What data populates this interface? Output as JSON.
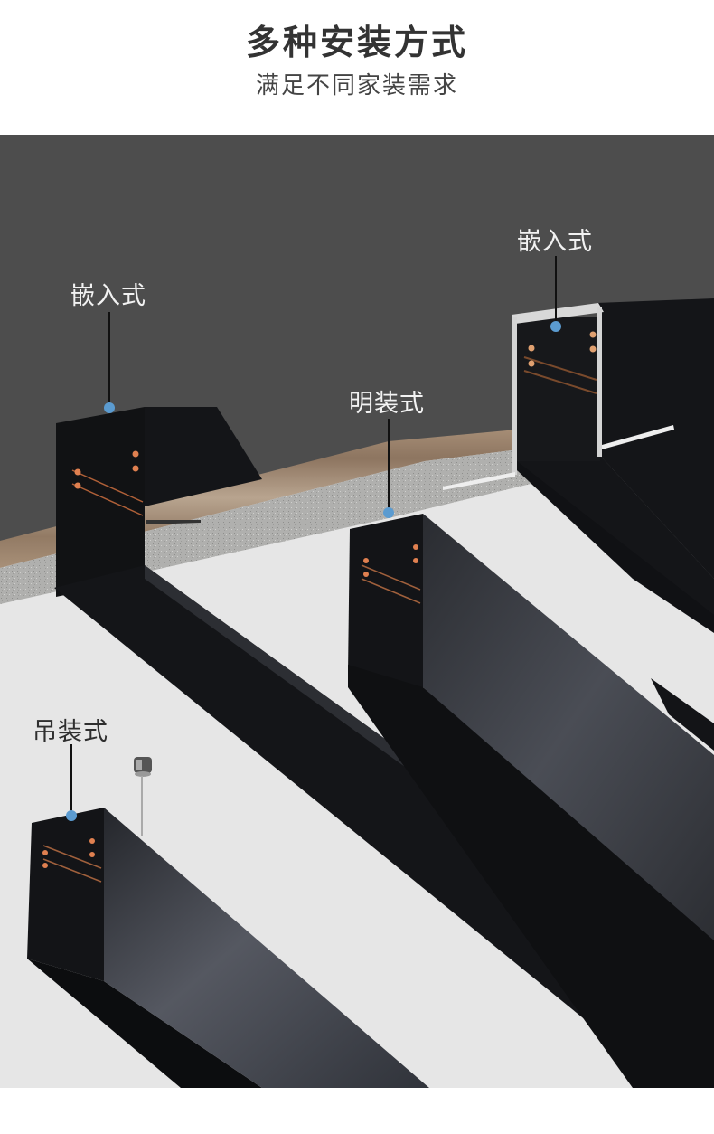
{
  "header": {
    "title": "多种安装方式",
    "subtitle": "满足不同家装需求"
  },
  "colors": {
    "ceiling_dark": "#4d4d4d",
    "ceiling_light": "#e6e6e6",
    "track_black": "#131416",
    "track_face": "#3c3f46",
    "wood": "#a48a72",
    "concrete": "#b3b3b1",
    "marker_dot": "#5b9bd0",
    "leader_line": "#111111"
  },
  "callouts": [
    {
      "id": "recessed-left",
      "label": "嵌入式",
      "style": "light"
    },
    {
      "id": "recessed-right",
      "label": "嵌入式",
      "style": "light"
    },
    {
      "id": "surface",
      "label": "明装式",
      "style": "light"
    },
    {
      "id": "suspended",
      "label": "吊装式",
      "style": "dark"
    }
  ],
  "icons": {
    "marker": "circle-dot",
    "suspension": "ceiling-cable-mount"
  }
}
